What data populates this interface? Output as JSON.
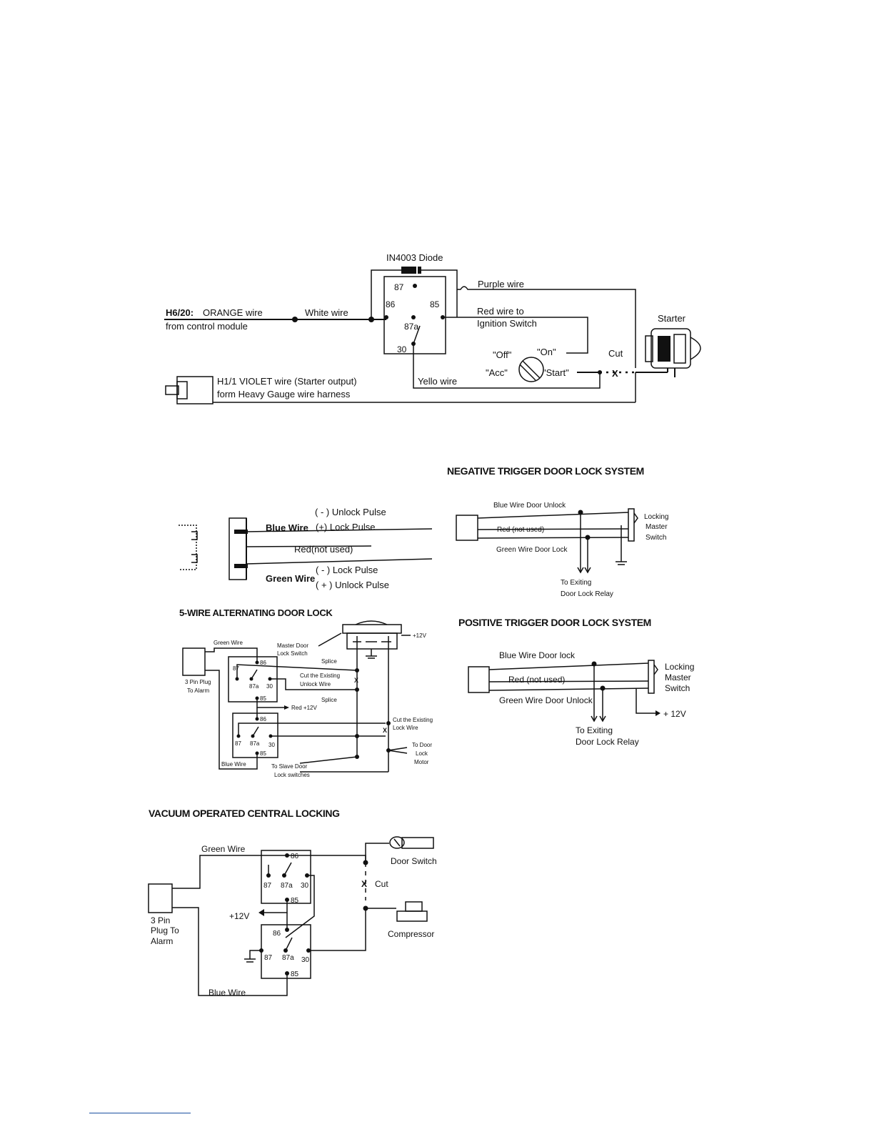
{
  "starter_diagram": {
    "diode_label": "IN4003 Diode",
    "purple_wire": "Purple wire",
    "h620_code": "H6/20:",
    "orange_wire": "ORANGE wire",
    "from_control_module": "from control module",
    "white_wire": "White wire",
    "pin_87": "87",
    "pin_86": "86",
    "pin_85": "85",
    "pin_87a": "87a",
    "pin_30": "30",
    "red_wire_to": "Red wire to",
    "ignition_switch": "Ignition Switch",
    "starter": "Starter",
    "off": "\"Off\"",
    "on": "\"On\"",
    "acc": "\"Acc\"",
    "start": "\"Start\"",
    "cut": "Cut",
    "yello_wire": "Yello wire",
    "h11_line": "H1/1 VIOLET wire (Starter output)",
    "heavy_gauge": "form Heavy Gauge wire   harness"
  },
  "connector_detail": {
    "unlock_pulse_neg": "( - ) Unlock Pulse",
    "blue_wire": "Blue Wire",
    "lock_pulse_pos": "(+) Lock Pulse",
    "red_not_used": "Red(not used)",
    "lock_pulse_neg": "( - ) Lock Pulse",
    "green_wire": "Green Wire",
    "unlock_pulse_pos": "( + ) Unlock Pulse"
  },
  "negative_trigger": {
    "title": "NEGATIVE TRIGGER DOOR LOCK SYSTEM",
    "blue_wire_unlock": "Blue Wire Door Unlock",
    "red_not_used": "Red (not used)",
    "green_wire_lock": "Green Wire Door Lock",
    "locking": "Locking",
    "master": "Master",
    "switch": "Switch",
    "to_exiting": "To Exiting",
    "door_lock_relay": "Door Lock Relay"
  },
  "positive_trigger": {
    "title": "POSITIVE TRIGGER DOOR LOCK SYSTEM",
    "blue_wire_lock": "Blue Wire Door lock",
    "red_not_used": "Red (not used)",
    "green_wire_unlock": "Green Wire Door Unlock",
    "locking": "Locking",
    "master": "Master",
    "switch": "Switch",
    "plus_12v": "+ 12V",
    "to_exiting": "To Exiting",
    "door_lock_relay": "Door Lock Relay"
  },
  "five_wire": {
    "title": "5-WIRE ALTERNATING DOOR LOCK",
    "plus_12v": "+12V",
    "green_wire": "Green Wire",
    "master_door": "Master Door",
    "lock_switch": "Lock Switch",
    "splice_1": "Splice",
    "pin_86a": "86",
    "pin_87a_label": "87",
    "pin_87a_a": "87a",
    "pin_30a": "30",
    "pin_85a": "85",
    "cut_existing": "Cut the Existing",
    "unlock_wire": "Unlock Wire",
    "splice_2": "Splice",
    "three_pin": "3 Pin Plug",
    "to_alarm": "To Alarm",
    "red_12v": "Red +12V",
    "pin_86b": "86",
    "cut_existing_2": "Cut the Existing",
    "lock_wire": "Lock Wire",
    "pin_87b_label": "87",
    "pin_87b_a": "87a",
    "pin_30b": "30",
    "pin_85b": "85",
    "to_door": "To Door",
    "lock": "Lock",
    "motor": "Motor",
    "blue_wire": "Blue Wire",
    "to_slave_door": "To Slave Door",
    "lock_switches": "Lock switches"
  },
  "vacuum": {
    "title": "VACUUM OPERATED CENTRAL LOCKING",
    "green_wire": "Green Wire",
    "door_switch": "Door Switch",
    "pin_86a": "86",
    "pin_87a_label": "87",
    "pin_87a_a": "87a",
    "pin_30a": "30",
    "cut": "Cut",
    "pin_85a": "85",
    "plus_12v": "+12V",
    "three_pin": "3 Pin",
    "plug_to": "Plug To",
    "alarm": "Alarm",
    "compressor": "Compressor",
    "pin_86b": "86",
    "pin_87b_label": "87",
    "pin_87b_a": "87a",
    "pin_30b": "30",
    "pin_85b": "85",
    "blue_wire": "Blue Wire"
  }
}
